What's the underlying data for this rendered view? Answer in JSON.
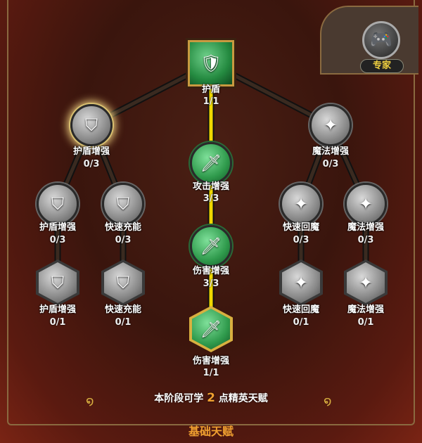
{
  "mode_badge": {
    "label": "专家",
    "icon": "gamepad-icon"
  },
  "root": {
    "label": "护盾",
    "count": "1/1",
    "icon": "winged-shield-icon"
  },
  "left_branch": [
    {
      "label": "护盾增强",
      "count": "0/3",
      "icon": "shield-plus-icon"
    },
    {
      "label": "护盾增强",
      "count": "0/3",
      "icon": "shield-up-icon"
    },
    {
      "label": "快速充能",
      "count": "0/3",
      "icon": "shield-icon"
    },
    {
      "label": "护盾增强",
      "count": "0/1",
      "icon": "shield-up-icon"
    },
    {
      "label": "快速充能",
      "count": "0/1",
      "icon": "shield-icon"
    }
  ],
  "center_branch": [
    {
      "label": "攻击增强",
      "count": "3/3",
      "icon": "sword-icon"
    },
    {
      "label": "伤害增强",
      "count": "3/3",
      "icon": "sword-sparkle-icon"
    },
    {
      "label": "伤害增强",
      "count": "1/1",
      "icon": "sword-burst-icon"
    }
  ],
  "right_branch": [
    {
      "label": "魔法增强",
      "count": "0/3",
      "icon": "compass-star-icon"
    },
    {
      "label": "快速回魔",
      "count": "0/3",
      "icon": "sparkle-icon"
    },
    {
      "label": "魔法增强",
      "count": "0/3",
      "icon": "sparkle-up-icon"
    },
    {
      "label": "快速回魔",
      "count": "0/1",
      "icon": "compass-star-icon"
    },
    {
      "label": "魔法增强",
      "count": "0/1",
      "icon": "orbit-star-icon"
    }
  ],
  "hint": {
    "prefix": "本阶段可学",
    "points": "2",
    "suffix": "点精英天赋"
  },
  "tab": {
    "label": "基础天赋"
  },
  "colors": {
    "active_path": "#f0d800",
    "unlocked": "#2f9a4c",
    "accent": "#f0a030"
  }
}
